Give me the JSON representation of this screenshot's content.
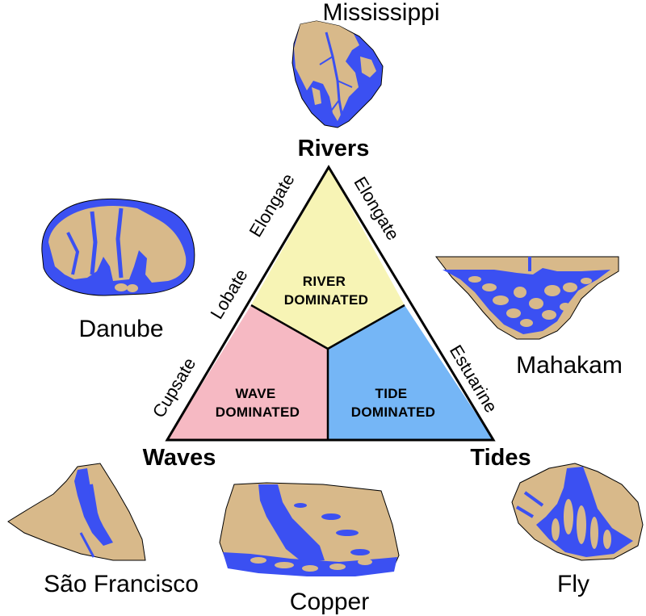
{
  "colors": {
    "land": "#d8b98a",
    "water": "#3b50f2",
    "river_region": "#f7f4b5",
    "wave_region": "#f6b9c3",
    "tide_region": "#75b6f6",
    "outline": "#000000"
  },
  "corners": {
    "rivers": "Rivers",
    "waves": "Waves",
    "tides": "Tides"
  },
  "side_labels": {
    "left_upper": "Elongate",
    "left_middle": "Lobate",
    "left_lower": "Cupsate",
    "right_upper": "Elongate",
    "right_lower": "Estuarine"
  },
  "regions": {
    "river": [
      "RIVER",
      "DOMINATED"
    ],
    "wave": [
      "WAVE",
      "DOMINATED"
    ],
    "tide": [
      "TIDE",
      "DOMINATED"
    ]
  },
  "deltas": {
    "mississippi": "Mississippi",
    "danube": "Danube",
    "mahakam": "Mahakam",
    "sao_francisco": "São Francisco",
    "copper": "Copper",
    "fly": "Fly"
  }
}
